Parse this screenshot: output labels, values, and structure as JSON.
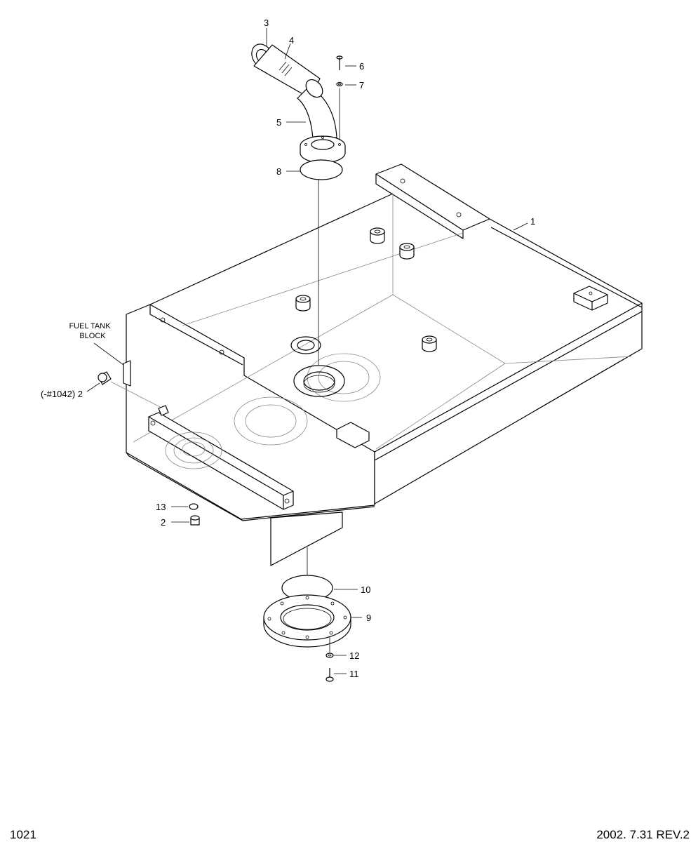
{
  "drawing": {
    "page_number": "1021",
    "revision": "2002. 7.31  REV.2",
    "note": [
      "FUEL TANK",
      "BLOCK"
    ],
    "callouts": [
      "1",
      "(-#1042) 2",
      "2",
      "3",
      "4",
      "5",
      "6",
      "7",
      "8",
      "9",
      "10",
      "11",
      "12",
      "13"
    ]
  },
  "colors": {
    "line": "#000000",
    "background": "#ffffff",
    "hidden_line": "#888888"
  }
}
